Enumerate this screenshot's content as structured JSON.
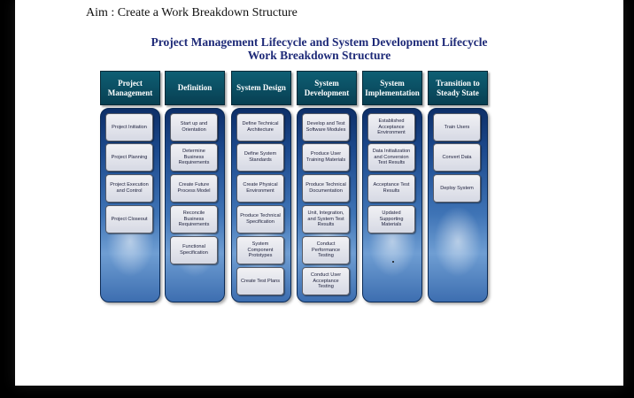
{
  "aim": "Aim : Create a Work Breakdown Structure",
  "title_line1": "Project Management Lifecycle and System Development Lifecycle",
  "title_line2": "Work Breakdown Structure",
  "columns": [
    {
      "header": "Project Management",
      "tasks": [
        "Project Initiation",
        "Project Planning",
        "Project Execution and Control",
        "Project Closeout"
      ]
    },
    {
      "header": "Definition",
      "tasks": [
        "Start up and Orientation",
        "Determine Business Requirements",
        "Create Future Process Model",
        "Reconcile Business Requirements",
        "Functional Specification"
      ]
    },
    {
      "header": "System Design",
      "tasks": [
        "Define Technical Architecture",
        "Define System Standards",
        "Create Physical Environment",
        "Produce Technical Specification",
        "System Component Prototypes",
        "Create Test Plans"
      ]
    },
    {
      "header": "System Development",
      "tasks": [
        "Develop and Test Software Modules",
        "Produce User Training Materials",
        "Produce Technical Documentation",
        "Unit, Integration, and System Test Results",
        "Conduct Performance Testing",
        "Conduct User Acceptance Testing"
      ]
    },
    {
      "header": "System Implementation",
      "tasks": [
        "Established Acceptance Environment",
        "Data Initialization and Conversion Test Results",
        "Acceptance Test Results",
        "Updated Supporting Materials"
      ]
    },
    {
      "header": "Transition to Steady State",
      "tasks": [
        "Train Users",
        "Convert Data",
        "Deploy System"
      ]
    }
  ]
}
